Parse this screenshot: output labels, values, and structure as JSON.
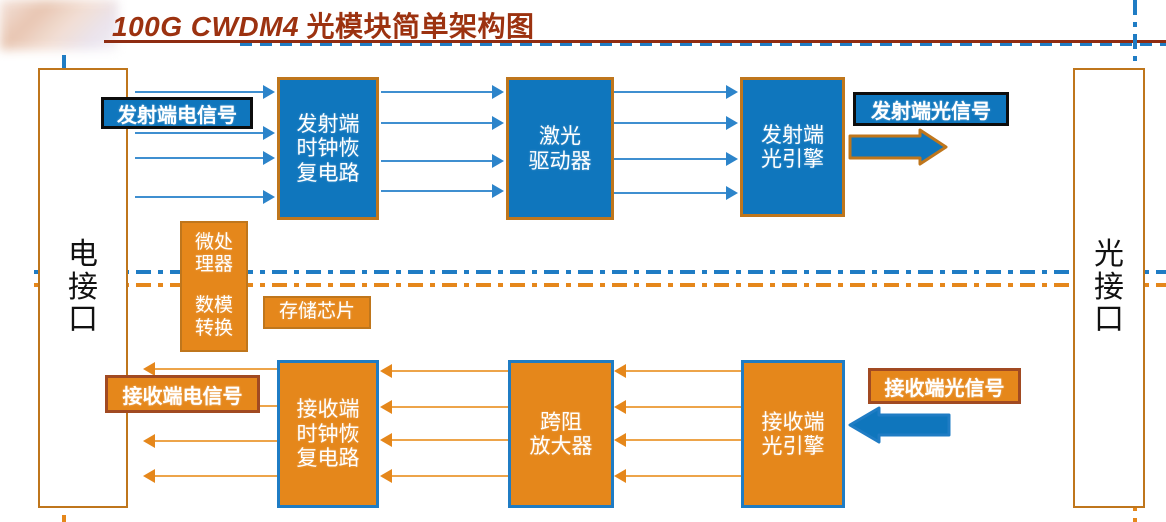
{
  "header": {
    "title_latin": "100G CWDM4",
    "title_cjk": " 光模块简单架构图",
    "title_full": "100G CWDM4 光模块简单架构图",
    "accent_color": "#9c3210",
    "rule_color": "#8e2c12",
    "rule_dash_color": "#1f7cc4"
  },
  "palette": {
    "blue_fill": "#0f76bd",
    "orange_fill": "#e5871b",
    "orange_border": "#bf761c",
    "blue_border": "#1f7cc4",
    "dark_border": "#0d0d0d",
    "callout_orange_border": "#a14a22",
    "line_blue": "#3f8fd0",
    "line_orange": "#eda44a",
    "white": "#ffffff"
  },
  "interfaces": {
    "electrical": {
      "label": "电接口",
      "chars": [
        "电",
        "接",
        "口"
      ]
    },
    "optical": {
      "label": "光接口",
      "chars": [
        "光",
        "接",
        "口"
      ]
    }
  },
  "tx_chain": [
    {
      "id": "tx-cdr",
      "label": "发射端时钟恢复电路",
      "lines": [
        "发射端",
        "时钟恢",
        "复电路"
      ],
      "style": "blue"
    },
    {
      "id": "laser-driver",
      "label": "激光驱动器",
      "lines": [
        "激光",
        "驱动器"
      ],
      "style": "blue"
    },
    {
      "id": "tosa",
      "label": "发射端光引擎",
      "lines": [
        "发射端",
        "光引擎"
      ],
      "style": "blue"
    }
  ],
  "rx_chain": [
    {
      "id": "rx-cdr",
      "label": "接收端时钟恢复电路",
      "lines": [
        "接收端",
        "时钟恢",
        "复电路"
      ],
      "style": "orange"
    },
    {
      "id": "tia",
      "label": "跨阻放大器",
      "lines": [
        "跨阻",
        "放大器"
      ],
      "style": "orange"
    },
    {
      "id": "rosa",
      "label": "接收端光引擎",
      "lines": [
        "接收端",
        "光引擎"
      ],
      "style": "orange"
    }
  ],
  "control": [
    {
      "id": "mcu",
      "label": "微处理器",
      "lines": [
        "微处",
        "理器"
      ]
    },
    {
      "id": "dac",
      "label": "数模转换",
      "lines": [
        "数模",
        "转换"
      ]
    },
    {
      "id": "memory",
      "label": "存储芯片",
      "lines": [
        "存储芯片"
      ]
    }
  ],
  "callouts": {
    "tx_electrical": {
      "label": "发射端电信号",
      "style": "blue"
    },
    "tx_optical": {
      "label": "发射端光信号",
      "style": "blue"
    },
    "rx_electrical": {
      "label": "接收端电信号",
      "style": "orange"
    },
    "rx_optical": {
      "label": "接收端光信号",
      "style": "orange"
    }
  },
  "signal_counts": {
    "tx_lanes": 4,
    "rx_lanes": 4
  }
}
